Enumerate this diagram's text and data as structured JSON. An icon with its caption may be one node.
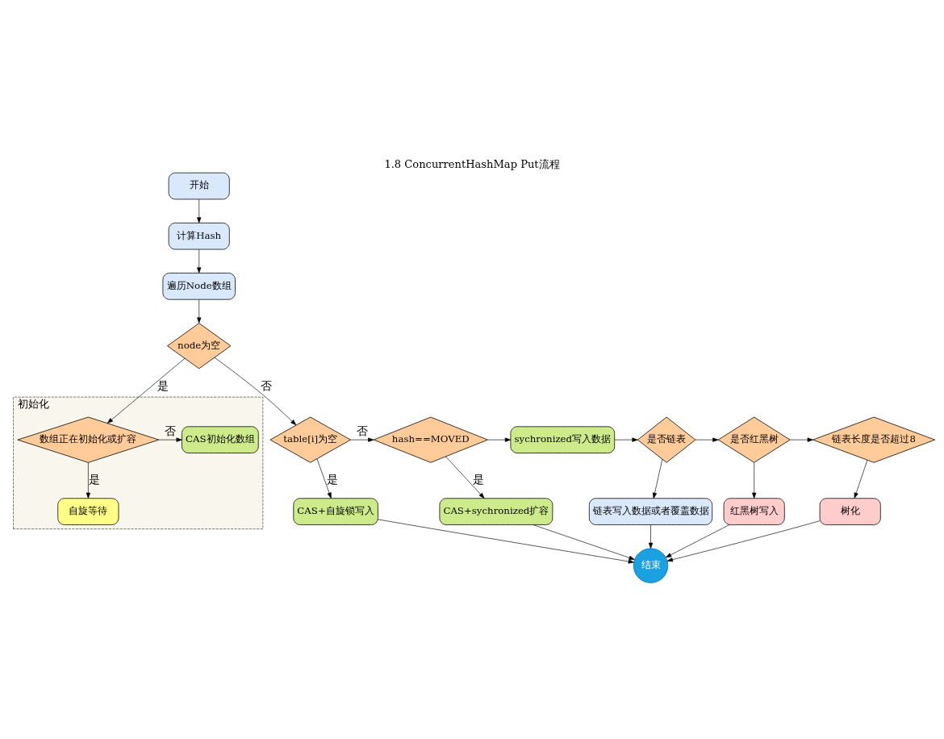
{
  "diagram": {
    "title": "1.8 ConcurrentHashMap Put流程",
    "nodes": [
      {
        "text": [
          "开始"
        ]
      },
      {
        "text": [
          "计算Hash"
        ]
      },
      {
        "text": [
          "遍历Node数组"
        ]
      },
      {
        "text": [
          "node为空"
        ]
      },
      {
        "text": [
          "初始化"
        ]
      },
      {
        "text": [
          "数组正在初始化或扩容"
        ],
        "in": 4
      },
      {
        "text": [
          "CAS初始化数组"
        ],
        "in": 4
      },
      {
        "text": [
          "自旋等待"
        ],
        "in": 4
      },
      {
        "text": [
          "table[i]为空"
        ]
      },
      {
        "text": [
          "hash==MOVED"
        ]
      },
      {
        "text": [
          "sychronized写入数据"
        ]
      },
      {
        "text": [
          "是否链表"
        ]
      },
      {
        "text": [
          "是否红黑树"
        ]
      },
      {
        "text": [
          "链表长度是否超过8"
        ]
      },
      {
        "text": [
          "CAS+自旋锁写入"
        ]
      },
      {
        "text": [
          "CAS+sychronized扩容"
        ]
      },
      {
        "text": [
          "链表写入数据或者覆盖数据"
        ]
      },
      {
        "text": [
          "红黑树写入"
        ]
      },
      {
        "text": [
          "树化"
        ]
      },
      {
        "text": [
          "结束"
        ]
      }
    ],
    "edges": [
      {
        "from": 0,
        "to": 1,
        "arrow": "to"
      },
      {
        "from": 1,
        "to": 2,
        "arrow": "to"
      },
      {
        "from": 2,
        "to": 3,
        "arrow": "to"
      },
      {
        "from": 3,
        "to": 5,
        "arrow": "to",
        "label": "是"
      },
      {
        "from": 5,
        "to": 6,
        "arrow": "to",
        "label": "否"
      },
      {
        "from": 5,
        "to": 7,
        "arrow": "to",
        "label": "是"
      },
      {
        "from": 3,
        "to": 8,
        "arrow": "to",
        "label": "否"
      },
      {
        "from": 8,
        "to": 9,
        "arrow": "to",
        "label": "否"
      },
      {
        "from": 8,
        "to": 14,
        "arrow": "to",
        "label": "是"
      },
      {
        "from": 9,
        "to": 15,
        "arrow": "to",
        "label": "是"
      },
      {
        "from": 9,
        "to": 10,
        "arrow": "to"
      },
      {
        "from": 10,
        "to": 11,
        "arrow": "to"
      },
      {
        "from": 11,
        "to": 12,
        "arrow": "to"
      },
      {
        "from": 12,
        "to": 13,
        "arrow": "to"
      },
      {
        "from": 11,
        "to": 16,
        "arrow": "to"
      },
      {
        "from": 12,
        "to": 17,
        "arrow": "to"
      },
      {
        "from": 13,
        "to": 18,
        "arrow": "to"
      },
      {
        "from": 14,
        "to": 19,
        "arrow": "to"
      },
      {
        "from": 15,
        "to": 19,
        "arrow": "to"
      },
      {
        "from": 16,
        "to": 19,
        "arrow": "to"
      },
      {
        "from": 17,
        "to": 19,
        "arrow": "to"
      },
      {
        "from": 18,
        "to": 19,
        "arrow": "to"
      }
    ]
  }
}
